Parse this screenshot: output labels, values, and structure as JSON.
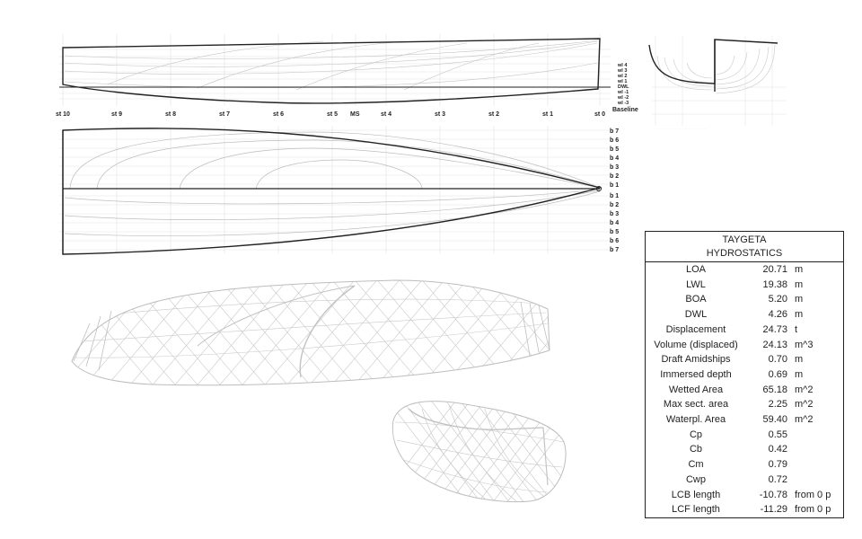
{
  "boat_name": "TAYGETA",
  "table_title": "HYDROSTATICS",
  "hydrostatics": [
    {
      "name": "LOA",
      "value": "20.71",
      "unit": "m"
    },
    {
      "name": "LWL",
      "value": "19.38",
      "unit": "m"
    },
    {
      "name": "BOA",
      "value": "5.20",
      "unit": "m"
    },
    {
      "name": "DWL",
      "value": "4.26",
      "unit": "m"
    },
    {
      "name": "Displacement",
      "value": "24.73",
      "unit": "t"
    },
    {
      "name": "Volume (displaced)",
      "value": "24.13",
      "unit": "m^3"
    },
    {
      "name": "Draft Amidships",
      "value": "0.70",
      "unit": "m"
    },
    {
      "name": "Immersed depth",
      "value": "0.69",
      "unit": "m"
    },
    {
      "name": "Wetted Area",
      "value": "65.18",
      "unit": "m^2"
    },
    {
      "name": "Max sect. area",
      "value": "2.25",
      "unit": "m^2"
    },
    {
      "name": "Waterpl. Area",
      "value": "59.40",
      "unit": "m^2"
    },
    {
      "name": "Cp",
      "value": "0.55",
      "unit": ""
    },
    {
      "name": "Cb",
      "value": "0.42",
      "unit": ""
    },
    {
      "name": "Cm",
      "value": "0.79",
      "unit": ""
    },
    {
      "name": "Cwp",
      "value": "0.72",
      "unit": ""
    },
    {
      "name": "LCB length",
      "value": "-10.78",
      "unit": "from 0 p"
    },
    {
      "name": "LCF length",
      "value": "-11.29",
      "unit": "from 0 p"
    }
  ],
  "station_labels": [
    "st 10",
    "st 9",
    "st 8",
    "st 7",
    "st 6",
    "st 5",
    "MS",
    "st 4",
    "st 3",
    "st 2",
    "st 1",
    "st 0"
  ],
  "baseline_label": "Baseline",
  "waterline_labels": [
    "wl 4",
    "wl 3",
    "wl 2",
    "wl 1",
    "DWL",
    "wl -1",
    "wl -2",
    "wl -3"
  ],
  "buttock_labels_upper": [
    "b 7",
    "b 6",
    "b 5",
    "b 4",
    "b 3",
    "b 2",
    "b 1"
  ],
  "buttock_labels_lower": [
    "b 1",
    "b 2",
    "b 3",
    "b 4",
    "b 5",
    "b 6",
    "b 7"
  ]
}
